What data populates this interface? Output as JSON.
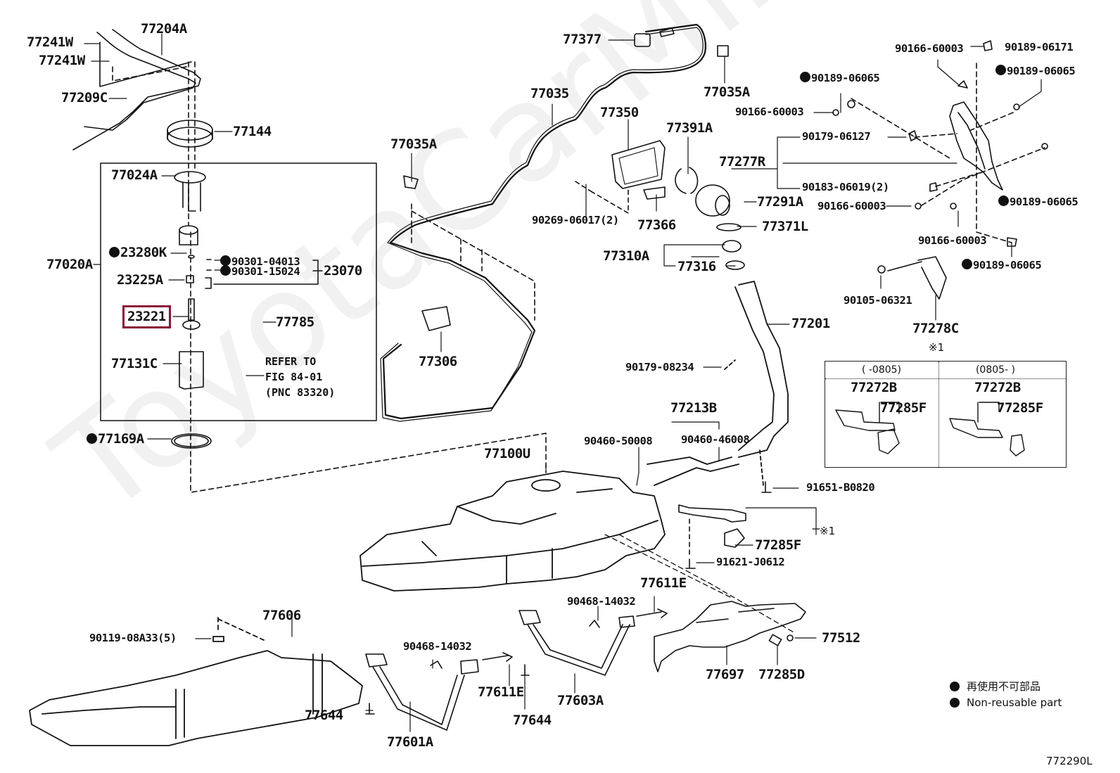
{
  "diagram": {
    "figure_id": "772290L",
    "watermark": "ToyotaCarMir.ru",
    "highlighted_part": "23221",
    "labels": [
      {
        "id": "p77241w-1",
        "text": "77241W",
        "nonreusable": false
      },
      {
        "id": "p77241w-2",
        "text": "77241W",
        "nonreusable": false
      },
      {
        "id": "p77204a",
        "text": "77204A",
        "nonreusable": false
      },
      {
        "id": "p77209c",
        "text": "77209C",
        "nonreusable": false
      },
      {
        "id": "p77144",
        "text": "77144",
        "nonreusable": false
      },
      {
        "id": "p77024a",
        "text": "77024A",
        "nonreusable": false
      },
      {
        "id": "p77020a",
        "text": "77020A",
        "nonreusable": false
      },
      {
        "id": "p23280k",
        "text": "23280K",
        "nonreusable": true
      },
      {
        "id": "p90301-04013",
        "text": "90301-04013",
        "nonreusable": true
      },
      {
        "id": "p90301-15024",
        "text": "90301-15024",
        "nonreusable": true
      },
      {
        "id": "p23070",
        "text": "23070",
        "nonreusable": false
      },
      {
        "id": "p23225a",
        "text": "23225A",
        "nonreusable": false
      },
      {
        "id": "p23221",
        "text": "23221",
        "nonreusable": false
      },
      {
        "id": "p77785",
        "text": "77785",
        "nonreusable": false
      },
      {
        "id": "p77131c",
        "text": "77131C",
        "nonreusable": false
      },
      {
        "id": "p77169a",
        "text": "77169A",
        "nonreusable": true
      },
      {
        "id": "p77377",
        "text": "77377",
        "nonreusable": false
      },
      {
        "id": "p77035",
        "text": "77035",
        "nonreusable": false
      },
      {
        "id": "p77035a-top",
        "text": "77035A",
        "nonreusable": false
      },
      {
        "id": "p77035a-left",
        "text": "77035A",
        "nonreusable": false
      },
      {
        "id": "p77350",
        "text": "77350",
        "nonreusable": false
      },
      {
        "id": "p77391a",
        "text": "77391A",
        "nonreusable": false
      },
      {
        "id": "p77277r",
        "text": "77277R",
        "nonreusable": false
      },
      {
        "id": "p90269-06017",
        "text": "90269-06017(2)",
        "nonreusable": false
      },
      {
        "id": "p77366",
        "text": "77366",
        "nonreusable": false
      },
      {
        "id": "p77291a",
        "text": "77291A",
        "nonreusable": false
      },
      {
        "id": "p77371l",
        "text": "77371L",
        "nonreusable": false
      },
      {
        "id": "p77310a",
        "text": "77310A",
        "nonreusable": false
      },
      {
        "id": "p77316",
        "text": "77316",
        "nonreusable": false
      },
      {
        "id": "p77306",
        "text": "77306",
        "nonreusable": false
      },
      {
        "id": "p77201",
        "text": "77201",
        "nonreusable": false
      },
      {
        "id": "p90179-08234",
        "text": "90179-08234",
        "nonreusable": false
      },
      {
        "id": "p77213b",
        "text": "77213B",
        "nonreusable": false
      },
      {
        "id": "p90460-50008",
        "text": "90460-50008",
        "nonreusable": false
      },
      {
        "id": "p90460-46008",
        "text": "90460-46008",
        "nonreusable": false
      },
      {
        "id": "p77100u",
        "text": "77100U",
        "nonreusable": false
      },
      {
        "id": "p91651-b0820",
        "text": "91651-B0820",
        "nonreusable": false
      },
      {
        "id": "p77285f-main",
        "text": "77285F",
        "nonreusable": false
      },
      {
        "id": "p91621-j0612",
        "text": "91621-J0612",
        "nonreusable": false
      },
      {
        "id": "p90166-60003-a",
        "text": "90166-60003",
        "nonreusable": false
      },
      {
        "id": "p90189-06171",
        "text": "90189-06171",
        "nonreusable": false
      },
      {
        "id": "p90189-06065-a",
        "text": "90189-06065",
        "nonreusable": true
      },
      {
        "id": "p90189-06065-b",
        "text": "90189-06065",
        "nonreusable": true
      },
      {
        "id": "p90166-60003-b",
        "text": "90166-60003",
        "nonreusable": false
      },
      {
        "id": "p90179-06127",
        "text": "90179-06127",
        "nonreusable": false
      },
      {
        "id": "p90183-06019",
        "text": "90183-06019(2)",
        "nonreusable": false
      },
      {
        "id": "p90166-60003-c",
        "text": "90166-60003",
        "nonreusable": false
      },
      {
        "id": "p90189-06065-c",
        "text": "90189-06065",
        "nonreusable": true
      },
      {
        "id": "p90166-60003-d",
        "text": "90166-60003",
        "nonreusable": false
      },
      {
        "id": "p90189-06065-d",
        "text": "90189-06065",
        "nonreusable": true
      },
      {
        "id": "p90105-06321",
        "text": "90105-06321",
        "nonreusable": false
      },
      {
        "id": "p77278c",
        "text": "77278C",
        "nonreusable": false
      },
      {
        "id": "p77606",
        "text": "77606",
        "nonreusable": false
      },
      {
        "id": "p90119-08a33",
        "text": "90119-08A33(5)",
        "nonreusable": false
      },
      {
        "id": "p77644-a",
        "text": "77644",
        "nonreusable": false
      },
      {
        "id": "p77601a",
        "text": "77601A",
        "nonreusable": false
      },
      {
        "id": "p90468-14032-a",
        "text": "90468-14032",
        "nonreusable": false
      },
      {
        "id": "p77611e-a",
        "text": "77611E",
        "nonreusable": false
      },
      {
        "id": "p77644-b",
        "text": "77644",
        "nonreusable": false
      },
      {
        "id": "p77603a",
        "text": "77603A",
        "nonreusable": false
      },
      {
        "id": "p90468-14032-b",
        "text": "90468-14032",
        "nonreusable": false
      },
      {
        "id": "p77611e-b",
        "text": "77611E",
        "nonreusable": false
      },
      {
        "id": "p77697",
        "text": "77697",
        "nonreusable": false
      },
      {
        "id": "p77285d",
        "text": "77285D",
        "nonreusable": false
      },
      {
        "id": "p77512",
        "text": "77512",
        "nonreusable": false
      }
    ],
    "refer_note": [
      "REFER TO",
      "FIG 84-01",
      "(PNC 83320)"
    ],
    "note_ref": "※1",
    "inset": {
      "ref": "※1",
      "columns": [
        {
          "period": "(    -0805)",
          "part_a": "77272B",
          "part_b": "77285F"
        },
        {
          "period": "(0805-    )",
          "part_a": "77272B",
          "part_b": "77285F"
        }
      ]
    },
    "legend": {
      "items": [
        "再使用不可部品",
        "Non-reusable part"
      ]
    }
  }
}
